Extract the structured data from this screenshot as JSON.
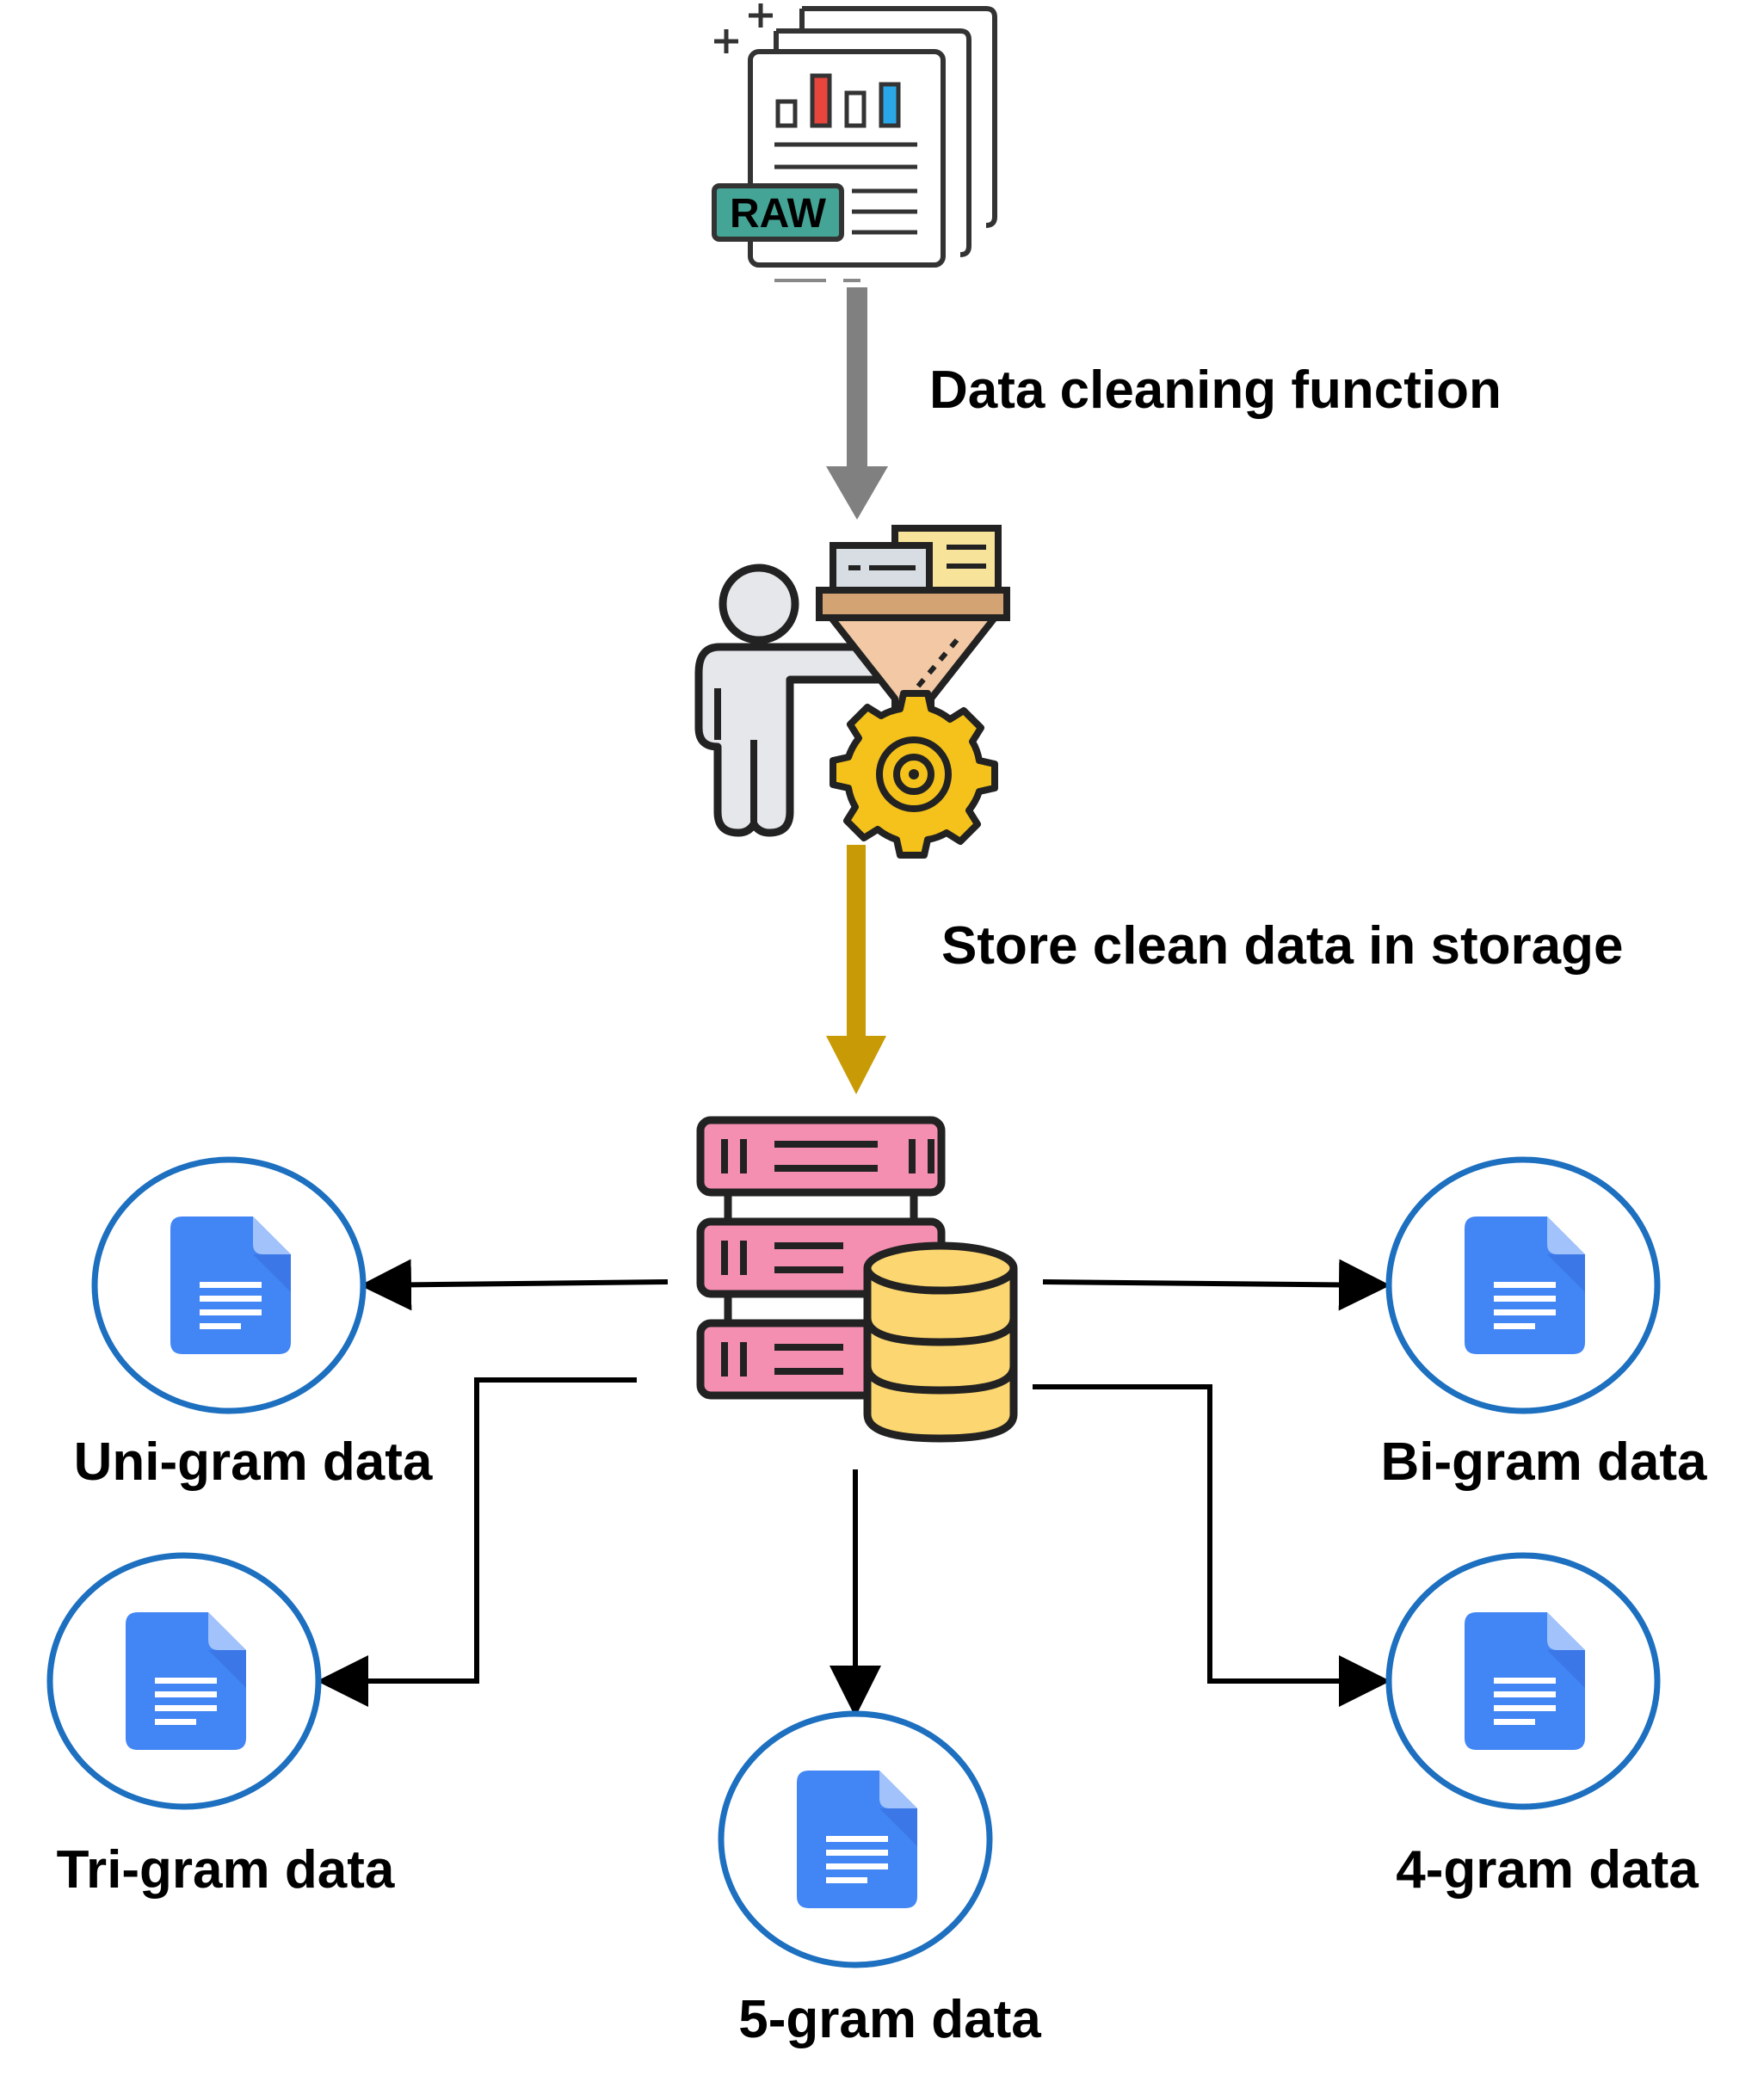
{
  "raw_doc": {
    "badge_text": "RAW"
  },
  "steps": {
    "cleaning_label": "Data cleaning function",
    "storage_label": "Store clean data in storage"
  },
  "outputs": {
    "unigram": "Uni-gram data",
    "bigram": "Bi-gram data",
    "trigram": "Tri-gram data",
    "fourgram": "4-gram data",
    "fivegram": "5-gram data"
  },
  "colors": {
    "cleaning_arrow": "#808080",
    "storage_arrow": "#c89a06",
    "circle_stroke": "#1d6fbf",
    "doc_blue": "#4285f4",
    "raw_teal": "#44a596",
    "server_pink": "#f48fb1",
    "db_yellow": "#fcd670",
    "gear_yellow": "#f5c21b",
    "funnel_tan": "#d4a373"
  },
  "icons": {
    "raw": "raw-data-document-icon",
    "cleaning": "data-cleaning-person-funnel-icon",
    "storage": "server-database-icon",
    "output": "document-icon"
  }
}
